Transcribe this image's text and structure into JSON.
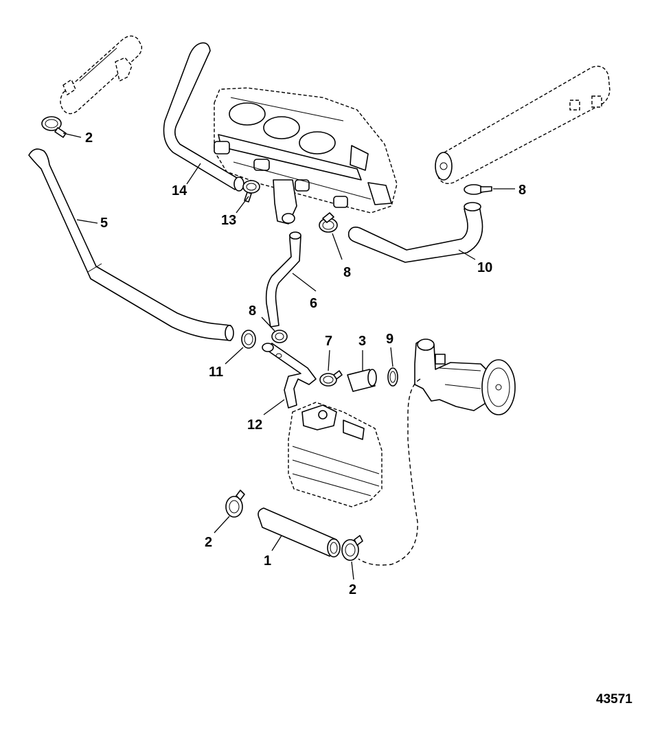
{
  "figure_number": "43571",
  "callouts": {
    "c1": "1",
    "c2a": "2",
    "c2b": "2",
    "c2c": "2",
    "c3": "3",
    "c5": "5",
    "c6": "6",
    "c7": "7",
    "c8a": "8",
    "c8b": "8",
    "c8c": "8",
    "c9": "9",
    "c10": "10",
    "c11": "11",
    "c12": "12",
    "c13": "13",
    "c14": "14"
  },
  "colors": {
    "line": "#000000",
    "background": "#ffffff"
  }
}
